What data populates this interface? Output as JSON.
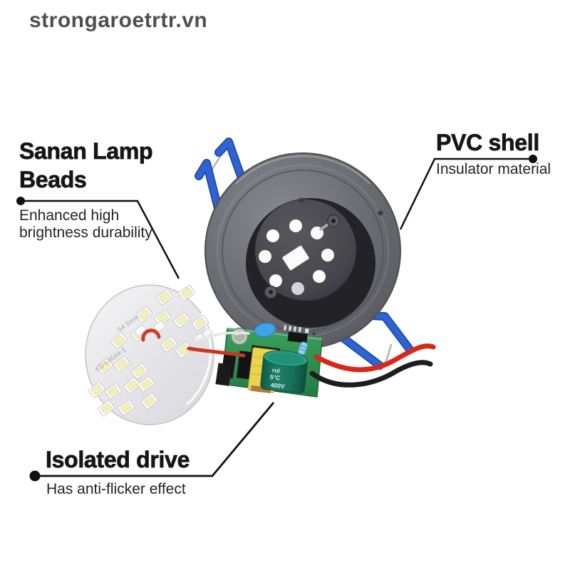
{
  "watermark": "strongaroetrtr.vn",
  "callouts": {
    "lamp_beads": {
      "title": "Sanan Lamp\nBeads",
      "subtitle": "Enhanced high\nbrightness durability"
    },
    "pvc_shell": {
      "title": "PVC shell",
      "subtitle": "Insulator material"
    },
    "isolated_drive": {
      "title": "Isolated drive",
      "subtitle": "Has anti-flicker effect"
    }
  },
  "product": {
    "led_board": {
      "marking_size": "54.5mm",
      "marking_model": "XD-L0544-1"
    },
    "driver_board": {
      "capacitor_text": [
        "rul",
        "5°C",
        "400V"
      ]
    }
  },
  "colors": {
    "background": "#ffffff",
    "leader_line": "#111111",
    "heading_text": "#161616",
    "subtitle_text": "#242424",
    "watermark_text": "#4f4f4f",
    "clip_blue": "#2b5fce",
    "shell_gray": "#6e6e74",
    "pcb_green": "#2f9153",
    "transformer_yellow": "#e9d34f",
    "capacitor_teal": "#1b7a63",
    "wire_red": "#d8281c",
    "wire_black": "#1d1d1f",
    "led_board_white": "#e9e9ec"
  }
}
